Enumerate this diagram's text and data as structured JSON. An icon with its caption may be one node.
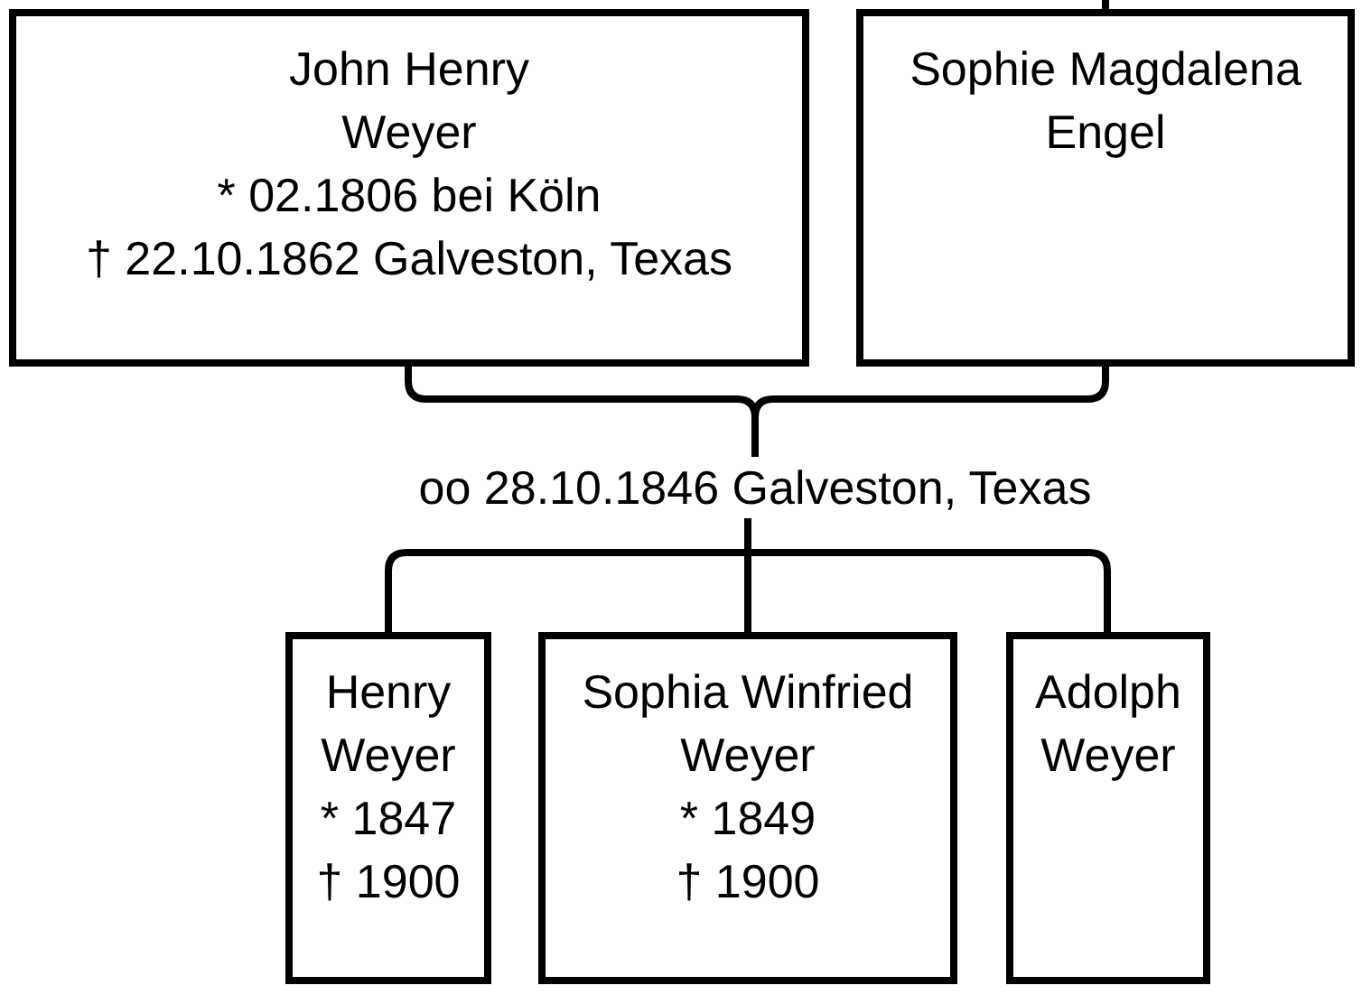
{
  "diagram": {
    "nodes": [
      {
        "text": [
          "John Henry Weyer",
          "* 02.1806 bei Köln",
          "† 22.10.1862 Galveston, Texas"
        ]
      },
      {
        "text": [
          "Sophie Magdalena Engel"
        ]
      },
      {
        "text": [
          "oo 28.10.1846 Galveston, Texas"
        ]
      },
      {
        "text": [
          "Henry Weyer",
          "* 1847",
          "† 1900"
        ]
      },
      {
        "text": [
          "Sophia Winfried Weyer",
          "* 1849",
          "† 1900"
        ]
      },
      {
        "text": [
          "Adolph Weyer"
        ]
      }
    ],
    "edges": [
      {
        "from": null,
        "to": 1,
        "arrow": "none"
      },
      {
        "from": 0,
        "to": 2,
        "arrow": "none"
      },
      {
        "from": 1,
        "to": 2,
        "arrow": "none"
      },
      {
        "from": 2,
        "to": 3,
        "arrow": "none"
      },
      {
        "from": 2,
        "to": 4,
        "arrow": "none"
      },
      {
        "from": 2,
        "to": 5,
        "arrow": "none"
      }
    ]
  }
}
